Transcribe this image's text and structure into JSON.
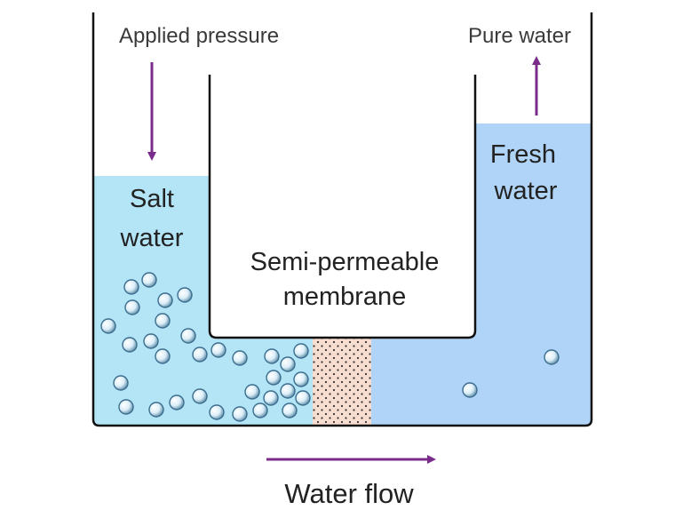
{
  "labels": {
    "applied_pressure": "Applied pressure",
    "pure_water": "Pure water",
    "salt_water_line1": "Salt",
    "salt_water_line2": "water",
    "fresh_water_line1": "Fresh",
    "fresh_water_line2": "water",
    "membrane_line1": "Semi-permeable",
    "membrane_line2": "membrane",
    "water_flow": "Water flow"
  },
  "colors": {
    "salt_water": "#b3e5f7",
    "fresh_water": "#b0d4f7",
    "membrane": "#f7ddd0",
    "arrow": "#7a2c8a",
    "wall": "#111111"
  },
  "icons": {
    "pressure_arrow": "arrow-down-icon",
    "pure_water_arrow": "arrow-up-icon",
    "flow_arrow": "arrow-right-icon",
    "salt_particle": "circle-icon"
  }
}
